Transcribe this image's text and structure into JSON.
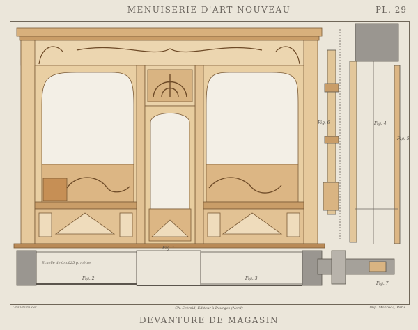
{
  "header": {
    "series_title": "MENUISERIE D'ART NOUVEAU",
    "plate_number": "PL. 29"
  },
  "footer": {
    "publisher_line": "Ch. Schmid, Editeur à Dourges (Nord)",
    "printer_line": "Imp. Monrocq, Paris",
    "artist_line": "Grandsire del.",
    "caption": "DEVANTURE DE MAGASIN"
  },
  "figures": {
    "fig1": "Fig. 1",
    "fig2": "Fig. 2",
    "fig3": "Fig. 3",
    "fig4": "Fig. 4",
    "fig5": "Fig. 5",
    "fig6": "Fig. 6",
    "fig7": "Fig. 7"
  },
  "scale_note": "Echelle de 0m.025 p. mètre",
  "colors": {
    "wood_light": "#eed9b6",
    "wood_mid": "#dcb684",
    "wood_dark": "#b98a57",
    "glass": "#f3efe6",
    "section_grey": "#9a9690",
    "ink": "#5b554d"
  }
}
